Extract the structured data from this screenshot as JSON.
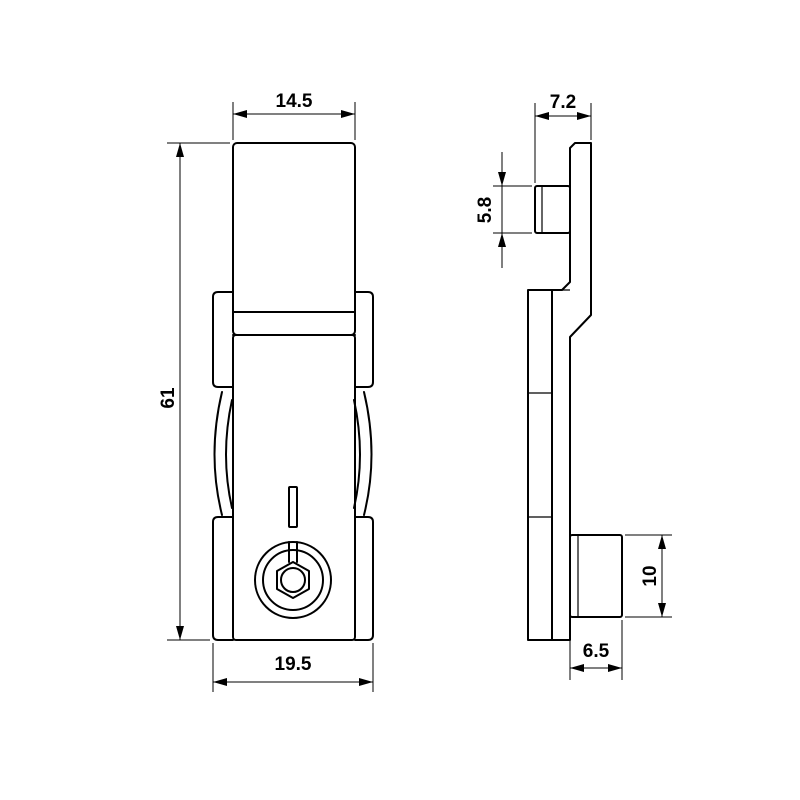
{
  "dimensions": {
    "top_width": "14.5",
    "overall_length": "61",
    "bottom_width": "19.5",
    "side_offset": "7.2",
    "upper_block_height": "5.8",
    "lower_block_height": "10",
    "lower_block_width": "6.5"
  },
  "colors": {
    "line": "#000000",
    "background": "#ffffff"
  }
}
